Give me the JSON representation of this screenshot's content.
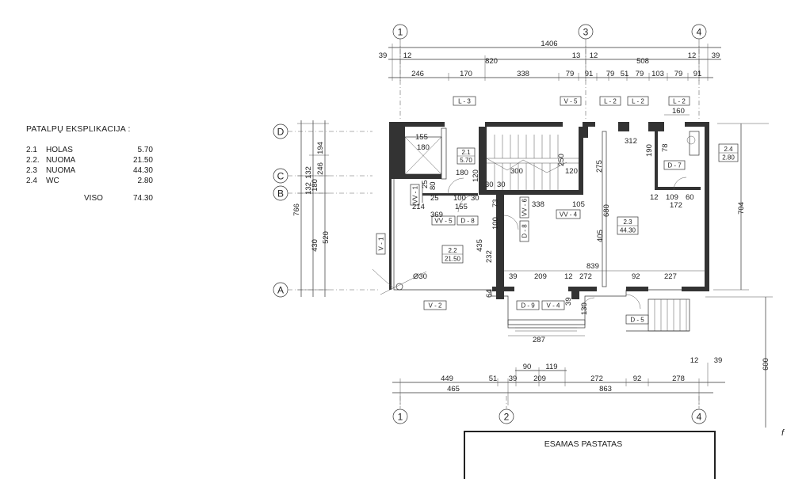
{
  "legend": {
    "title": "PATALPŲ EKSPLIKACIJA :",
    "rows": [
      {
        "num": "2.1",
        "name": "HOLAS",
        "area": "5.70"
      },
      {
        "num": "2.2.",
        "name": "NUOMA",
        "area": "21.50"
      },
      {
        "num": "2.3",
        "name": "NUOMA",
        "area": "44.30"
      },
      {
        "num": "2.4",
        "name": "WC",
        "area": "2.80"
      }
    ],
    "total_label": "VISO",
    "total_value": "74.30"
  },
  "grid_axes": {
    "top": [
      "1",
      "3",
      "4"
    ],
    "bottom": [
      "1",
      "2",
      "4"
    ],
    "left": [
      "D",
      "C",
      "B",
      "A"
    ]
  },
  "dims_top": {
    "overall": "1406",
    "row2": [
      "39",
      "12",
      "820",
      "13",
      "12",
      "508",
      "12",
      "39"
    ],
    "row3": [
      "246",
      "170",
      "338",
      "79",
      "91",
      "79",
      "51",
      "79",
      "103",
      "79",
      "91"
    ]
  },
  "dims_bottom": {
    "row1": [
      "90",
      "119"
    ],
    "row2": [
      "449",
      "51",
      "39",
      "209",
      "272",
      "92",
      "278"
    ],
    "row3": [
      "465",
      "863"
    ],
    "right": [
      "12",
      "39"
    ]
  },
  "dims_left": [
    "766",
    "132",
    "132",
    "194",
    "246",
    "180",
    "430",
    "520"
  ],
  "dims_right": [
    "704",
    "600"
  ],
  "dims_inner": [
    "155",
    "180",
    "180",
    "25",
    "25",
    "80",
    "100",
    "30",
    "214",
    "155",
    "369",
    "73",
    "100",
    "435",
    "232",
    "338",
    "105",
    "680",
    "405",
    "839",
    "39",
    "209",
    "12",
    "272",
    "92",
    "227",
    "64",
    "39",
    "130",
    "287",
    "312",
    "190",
    "78",
    "160",
    "12",
    "109",
    "60",
    "172",
    "300",
    "250",
    "120",
    "275",
    "30",
    "30",
    "120",
    "Ø30"
  ],
  "tags": [
    "L - 3",
    "V - 5",
    "L - 2",
    "L - 2",
    "L - 2",
    "D - 7",
    "VV - 1",
    "VV - 6",
    "VV - 4",
    "VV - 5",
    "D - 8",
    "D - 8",
    "V - 1",
    "V - 2",
    "D - 9",
    "V - 4",
    "D - 5"
  ],
  "rooms": [
    {
      "id": "2.1",
      "area": "5.70"
    },
    {
      "id": "2.2",
      "area": "21.50"
    },
    {
      "id": "2.3",
      "area": "44.30"
    },
    {
      "id": "2.4",
      "area": "2.80"
    }
  ],
  "existing_building": "ESAMAS PASTATAS",
  "corner_mark": "f"
}
